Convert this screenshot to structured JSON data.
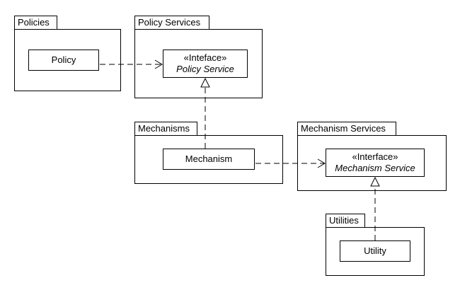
{
  "packages": {
    "policies": {
      "label": "Policies"
    },
    "policy_services": {
      "label": "Policy Services"
    },
    "mechanisms": {
      "label": "Mechanisms"
    },
    "mechanism_services": {
      "label": "Mechanism Services"
    },
    "utilities": {
      "label": "Utilities"
    }
  },
  "classes": {
    "policy": {
      "name": "Policy"
    },
    "policy_service": {
      "stereotype": "«Inteface»",
      "name": "Policy Service"
    },
    "mechanism": {
      "name": "Mechanism"
    },
    "mechanism_service": {
      "stereotype": "«Interface»",
      "name": "Mechanism Service"
    },
    "utility": {
      "name": "Utility"
    }
  },
  "relationships": [
    {
      "from": "Policy",
      "to": "Policy Service",
      "type": "dependency"
    },
    {
      "from": "Mechanism",
      "to": "Policy Service",
      "type": "realization"
    },
    {
      "from": "Mechanism",
      "to": "Mechanism Service",
      "type": "dependency"
    },
    {
      "from": "Utility",
      "to": "Mechanism Service",
      "type": "realization"
    }
  ]
}
